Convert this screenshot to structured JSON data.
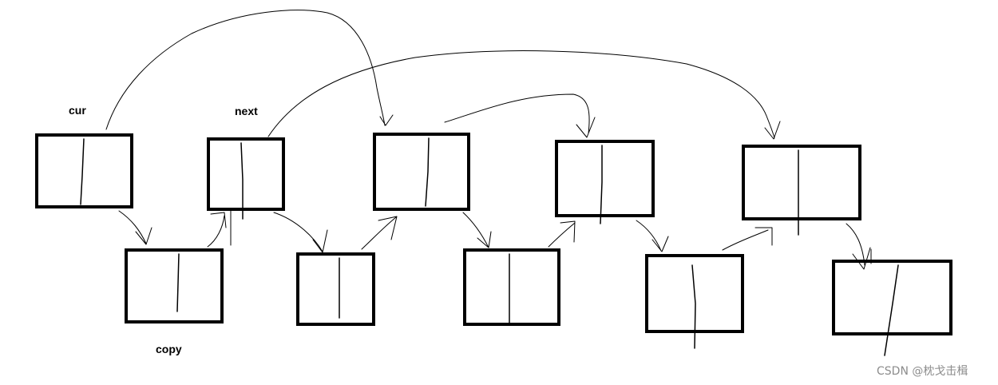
{
  "labels": {
    "cur": "cur",
    "next": "next",
    "copy": "copy"
  },
  "watermark": "CSDN @枕戈击楫",
  "colors": {
    "stroke": "#000000",
    "background": "#ffffff",
    "watermark": "#8c8c8c"
  }
}
